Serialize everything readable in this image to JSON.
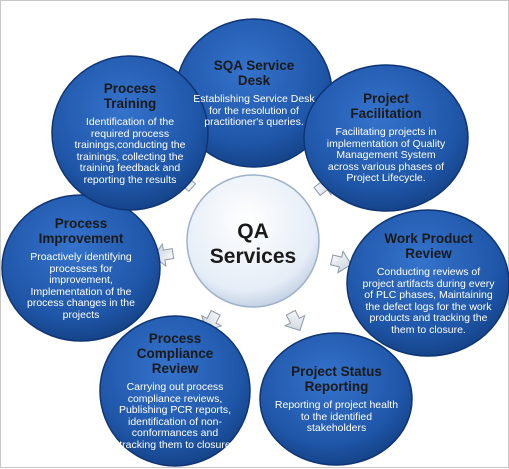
{
  "center": {
    "line1": "QA",
    "line2": "Services"
  },
  "nodes": [
    {
      "id": "sqa-service-desk",
      "title_lines": [
        "SQA Service",
        "Desk"
      ],
      "description": "Establishing Service Desk for the resolution of practitioner's queries."
    },
    {
      "id": "project-facilitation",
      "title_lines": [
        "Project",
        "Facilitation"
      ],
      "description": "Facilitating projects in implementation of Quality Management System across various phases of Project Lifecycle."
    },
    {
      "id": "work-product-review",
      "title_lines": [
        "Work Product",
        "Review"
      ],
      "description": "Conducting reviews of project artifacts during every of PLC phases, Maintaining the defect logs for the work products and tracking the them to closure."
    },
    {
      "id": "project-status-reporting",
      "title_lines": [
        "Project Status",
        "Reporting"
      ],
      "description": "Reporting of project health to the identified stakeholders"
    },
    {
      "id": "process-compliance-review",
      "title_lines": [
        "Process",
        "Compliance",
        "Review"
      ],
      "description": "Carrying out process compliance reviews, Publishing PCR reports, identification of non-conformances and tracking them to closure"
    },
    {
      "id": "process-improvement",
      "title_lines": [
        "Process",
        "Improvement"
      ],
      "description": "Proactively identifying processes for improvement, Implementation of the process changes in the projects"
    },
    {
      "id": "process-training",
      "title_lines": [
        "Process",
        "Training"
      ],
      "description": "Identification of the required process trainings,conducting the trainings, collecting the training feedback and reporting the results"
    }
  ],
  "colors": {
    "node_fill": "#1f56a8",
    "node_edge": "#0f3574",
    "center_fill": "#eaf1f9",
    "arrow_fill": "#e9edf2",
    "arrow_stroke": "#8c98a8"
  }
}
